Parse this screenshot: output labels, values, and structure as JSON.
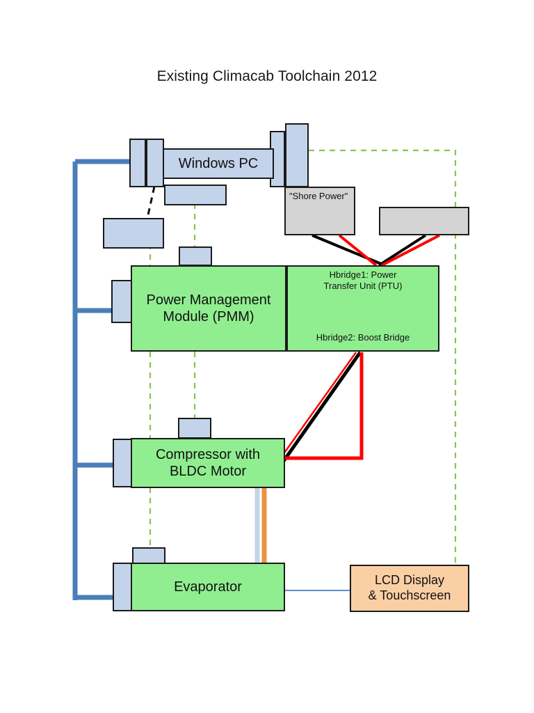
{
  "title": "Existing Climacab Toolchain 2012",
  "nodes": {
    "windows_pc": "Windows PC",
    "shore_power": "\"Shore Power\"",
    "battery_box": "",
    "pmm": "Power Management\nModule (PMM)",
    "pmm_line1": "Power Management",
    "pmm_line2": "Module (PMM)",
    "hbridge1": "Hbridge1: Power\nTransfer Unit (PTU)",
    "hbridge1_line1": "Hbridge1: Power",
    "hbridge1_line2": "Transfer Unit (PTU)",
    "hbridge2": "Hbridge2: Boost Bridge",
    "compressor_line1": "Compressor with",
    "compressor_line2": "BLDC Motor",
    "evaporator": "Evaporator",
    "lcd_line1": "LCD Display",
    "lcd_line2": "& Touchscreen",
    "pc_port_left": "",
    "pc_port_left2": "",
    "pc_port_right1": "",
    "pc_port_right2": "",
    "pc_port_bottom": "",
    "unlabeled_box_left": "",
    "pmm_port_top": "",
    "pmm_port_left": "",
    "compressor_port_top": "",
    "compressor_port_left": "",
    "evaporator_port_top": "",
    "evaporator_port_left": ""
  },
  "colors": {
    "green": "#90ee90",
    "blue": "#c3d3ea",
    "gray": "#d4d4d4",
    "peach": "#fbcfa4",
    "dashed_green": "#8bc34a",
    "bus_blue": "#4a7ebb",
    "wire_red": "#ff0000",
    "wire_black": "#000000",
    "pipe_orange": "#ed9141",
    "pipe_lightblue": "#c3d6ea",
    "outline": "#1a1a1a",
    "title_text": "#181818"
  }
}
